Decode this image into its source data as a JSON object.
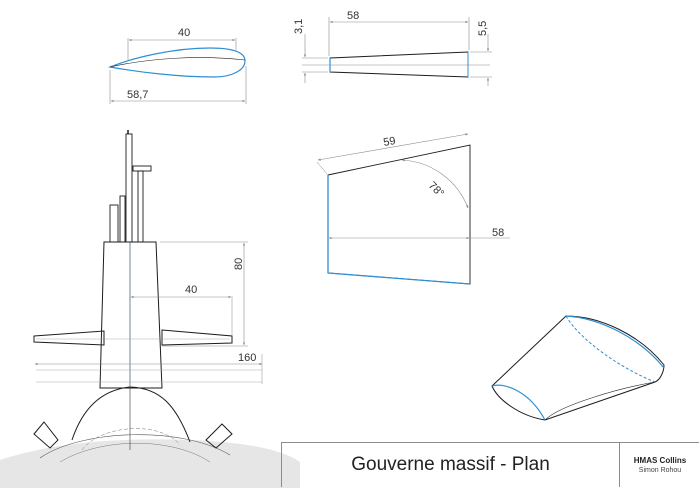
{
  "title_block": {
    "title": "Gouverne massif - Plan",
    "project": "HMAS Collins",
    "author": "Simon Rohou"
  },
  "dimensions": {
    "profile_chord_partial": "40",
    "profile_chord_total": "58,7",
    "plan_thickness_root": "3,1",
    "plan_thickness_tip": "5,5",
    "plan_span": "58",
    "planform_edge": "59",
    "planform_angle": "78°",
    "planform_span": "58",
    "sail_height": "80",
    "sail_plane_offset": "40",
    "sail_plane_span": "160"
  },
  "colors": {
    "outline": "#1c1c1c",
    "edge_blue": "#2f8fd3",
    "dimension_line": "#8a8a8a",
    "hull": "#e6e6e6"
  }
}
